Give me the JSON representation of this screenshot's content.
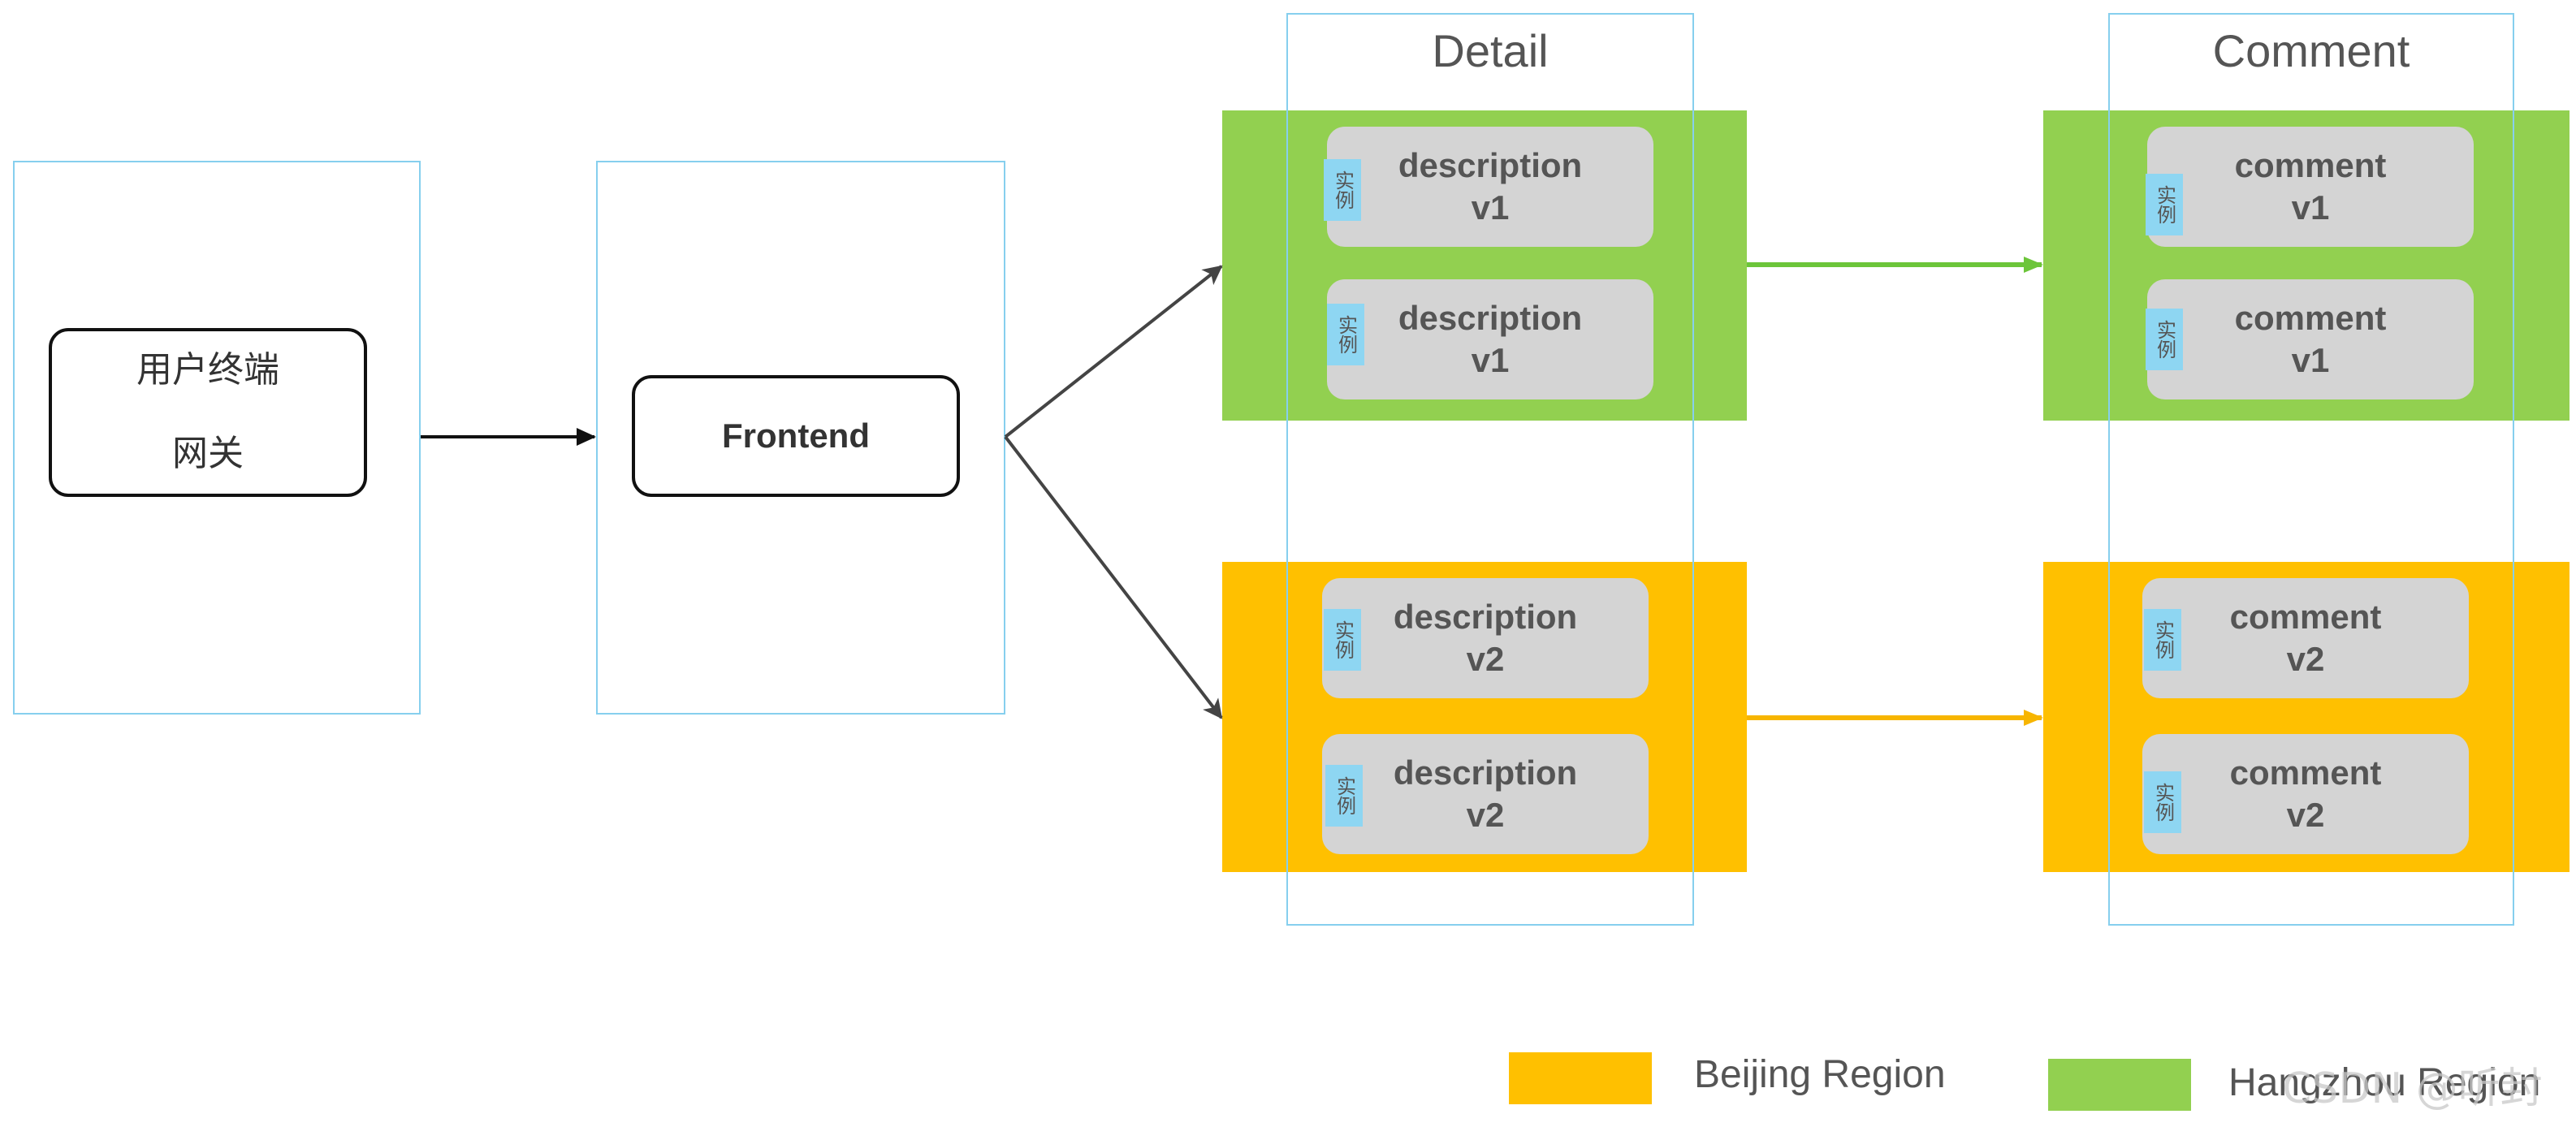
{
  "gateway": {
    "line1": "用户终端",
    "line2": "网关"
  },
  "frontend": {
    "label": "Frontend"
  },
  "columns": {
    "detail": "Detail",
    "comment": "Comment"
  },
  "instance_tag": "实例",
  "detail_instances": [
    {
      "name": "description",
      "version": "v1"
    },
    {
      "name": "description",
      "version": "v1"
    },
    {
      "name": "description",
      "version": "v2"
    },
    {
      "name": "description",
      "version": "v2"
    }
  ],
  "comment_instances": [
    {
      "name": "comment",
      "version": "v1"
    },
    {
      "name": "comment",
      "version": "v1"
    },
    {
      "name": "comment",
      "version": "v2"
    },
    {
      "name": "comment",
      "version": "v2"
    }
  ],
  "legend": {
    "beijing": "Beijing Region",
    "hangzhou": "Hangzhou Region"
  },
  "watermark": "CSDN @听封",
  "colors": {
    "beijing": "#ffc000",
    "hangzhou": "#92d050",
    "instance_tag": "#8ed6f2",
    "container_outline": "#86cfee",
    "green_arrow": "#6cc53a",
    "orange_arrow": "#f7b500"
  }
}
